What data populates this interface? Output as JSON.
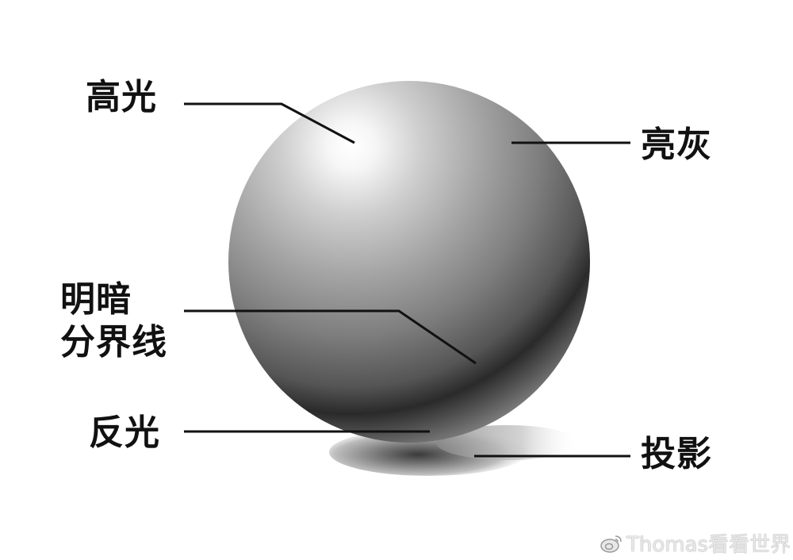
{
  "labels": {
    "highlight": "高光",
    "light_gray": "亮灰",
    "terminator_line1": "明暗",
    "terminator_line2": "分界线",
    "reflected_light": "反光",
    "cast_shadow": "投影"
  },
  "watermark": {
    "text": "Thomas看看世界",
    "icon": "weibo-icon"
  },
  "colors": {
    "label_text": "#111111",
    "leader_line": "#111111",
    "sphere_highlight": "#ffffff",
    "sphere_core_shadow": "#2a2a2a",
    "background": "#ffffff"
  }
}
